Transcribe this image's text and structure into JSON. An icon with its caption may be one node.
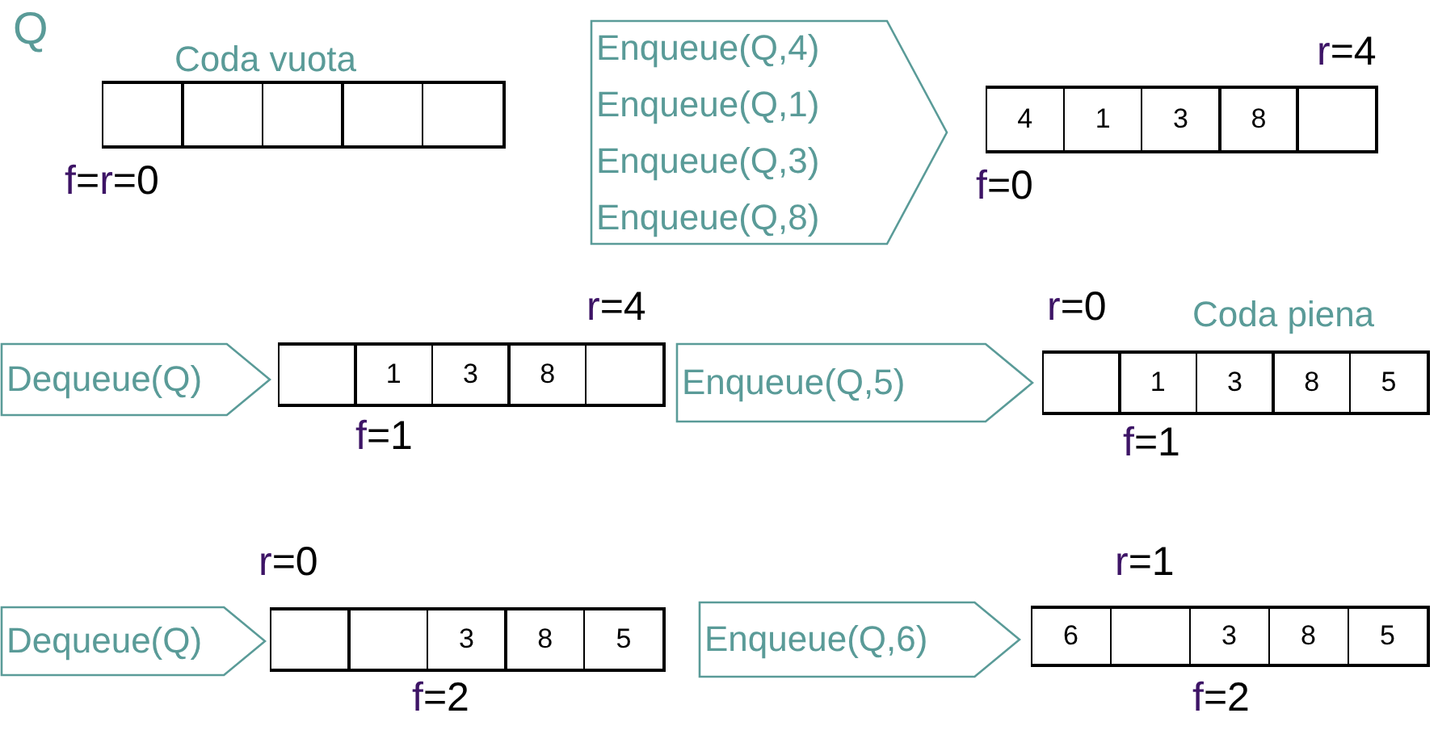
{
  "diagram": {
    "nodes": [
      {
        "text": [],
        "shape": "box",
        "beside": [
          "Coda vuota",
          "f=r=0"
        ]
      },
      {
        "text": [],
        "shape": "box",
        "in": 0
      },
      {
        "text": [],
        "shape": "box",
        "in": 0
      },
      {
        "text": [],
        "shape": "box",
        "in": 0
      },
      {
        "text": [],
        "shape": "box",
        "in": 0
      },
      {
        "text": [],
        "shape": "box",
        "in": 0
      },
      {
        "text": [
          "Enqueue(Q,4)",
          "Enqueue(Q,1)",
          "Enqueue(Q,3)",
          "Enqueue(Q,8)"
        ]
      },
      {
        "text": [],
        "shape": "box",
        "beside": [
          "r=4",
          "f=0"
        ]
      },
      {
        "text": [
          "4"
        ],
        "in": 7
      },
      {
        "text": [
          "1"
        ],
        "in": 7
      },
      {
        "text": [
          "3"
        ],
        "in": 7
      },
      {
        "text": [
          "8"
        ],
        "in": 7
      },
      {
        "text": [],
        "shape": "box",
        "in": 7
      },
      {
        "text": [
          "Dequeue(Q)"
        ]
      },
      {
        "text": [],
        "shape": "box",
        "beside": [
          "r=4",
          "f=1"
        ]
      },
      {
        "text": [],
        "shape": "box",
        "in": 14
      },
      {
        "text": [
          "1"
        ],
        "in": 14
      },
      {
        "text": [
          "3"
        ],
        "in": 14
      },
      {
        "text": [
          "8"
        ],
        "in": 14
      },
      {
        "text": [],
        "shape": "box",
        "in": 14
      },
      {
        "text": [
          "Enqueue(Q,5)"
        ]
      },
      {
        "text": [],
        "shape": "box",
        "beside": [
          "r=0",
          "Coda piena",
          "f=1"
        ]
      },
      {
        "text": [],
        "shape": "box",
        "in": 21
      },
      {
        "text": [
          "1"
        ],
        "in": 21
      },
      {
        "text": [
          "3"
        ],
        "in": 21
      },
      {
        "text": [
          "8"
        ],
        "in": 21
      },
      {
        "text": [
          "5"
        ],
        "in": 21
      },
      {
        "text": [
          "Dequeue(Q)"
        ]
      },
      {
        "text": [],
        "shape": "box",
        "beside": [
          "r=0",
          "f=2"
        ]
      },
      {
        "text": [],
        "shape": "box",
        "in": 28
      },
      {
        "text": [],
        "shape": "box",
        "in": 28
      },
      {
        "text": [
          "3"
        ],
        "in": 28
      },
      {
        "text": [
          "8"
        ],
        "in": 28
      },
      {
        "text": [
          "5"
        ],
        "in": 28
      },
      {
        "text": [
          "Enqueue(Q,6)"
        ]
      },
      {
        "text": [],
        "shape": "box",
        "beside": [
          "r=1",
          "f=2"
        ]
      },
      {
        "text": [
          "6"
        ],
        "in": 35
      },
      {
        "text": [],
        "shape": "box",
        "in": 35
      },
      {
        "text": [
          "3"
        ],
        "in": 35
      },
      {
        "text": [
          "8"
        ],
        "in": 35
      },
      {
        "text": [
          "5"
        ],
        "in": 35
      }
    ],
    "labels": [
      "Q"
    ]
  }
}
